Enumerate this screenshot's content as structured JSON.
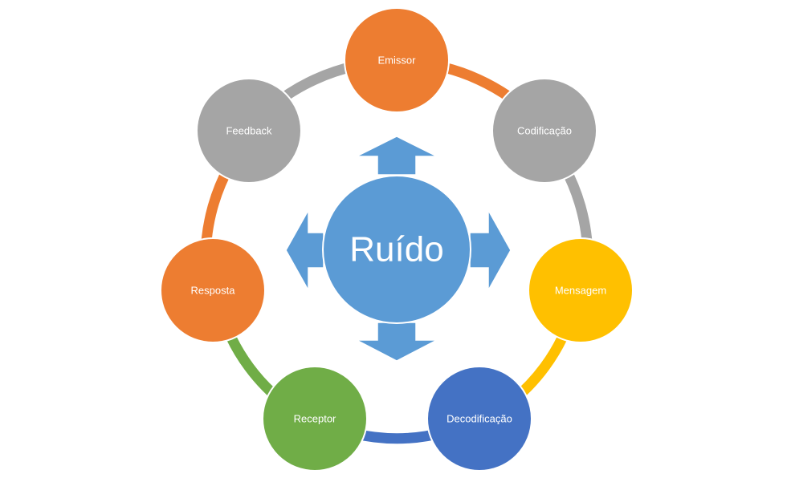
{
  "center": {
    "label": "Ruído",
    "color": "#5b9bd5"
  },
  "nodes": [
    {
      "id": "emissor",
      "label": "Emissor",
      "color": "#ed7d31"
    },
    {
      "id": "codificacao",
      "label": "Codificação",
      "color": "#a5a5a5"
    },
    {
      "id": "mensagem",
      "label": "Mensagem",
      "color": "#ffc000"
    },
    {
      "id": "decodificacao",
      "label": "Decodificação",
      "color": "#4472c4"
    },
    {
      "id": "receptor",
      "label": "Receptor",
      "color": "#70ad47"
    },
    {
      "id": "resposta",
      "label": "Resposta",
      "color": "#ed7d31"
    },
    {
      "id": "feedback",
      "label": "Feedback",
      "color": "#a5a5a5"
    }
  ],
  "arrow_color": "#5b9bd5"
}
